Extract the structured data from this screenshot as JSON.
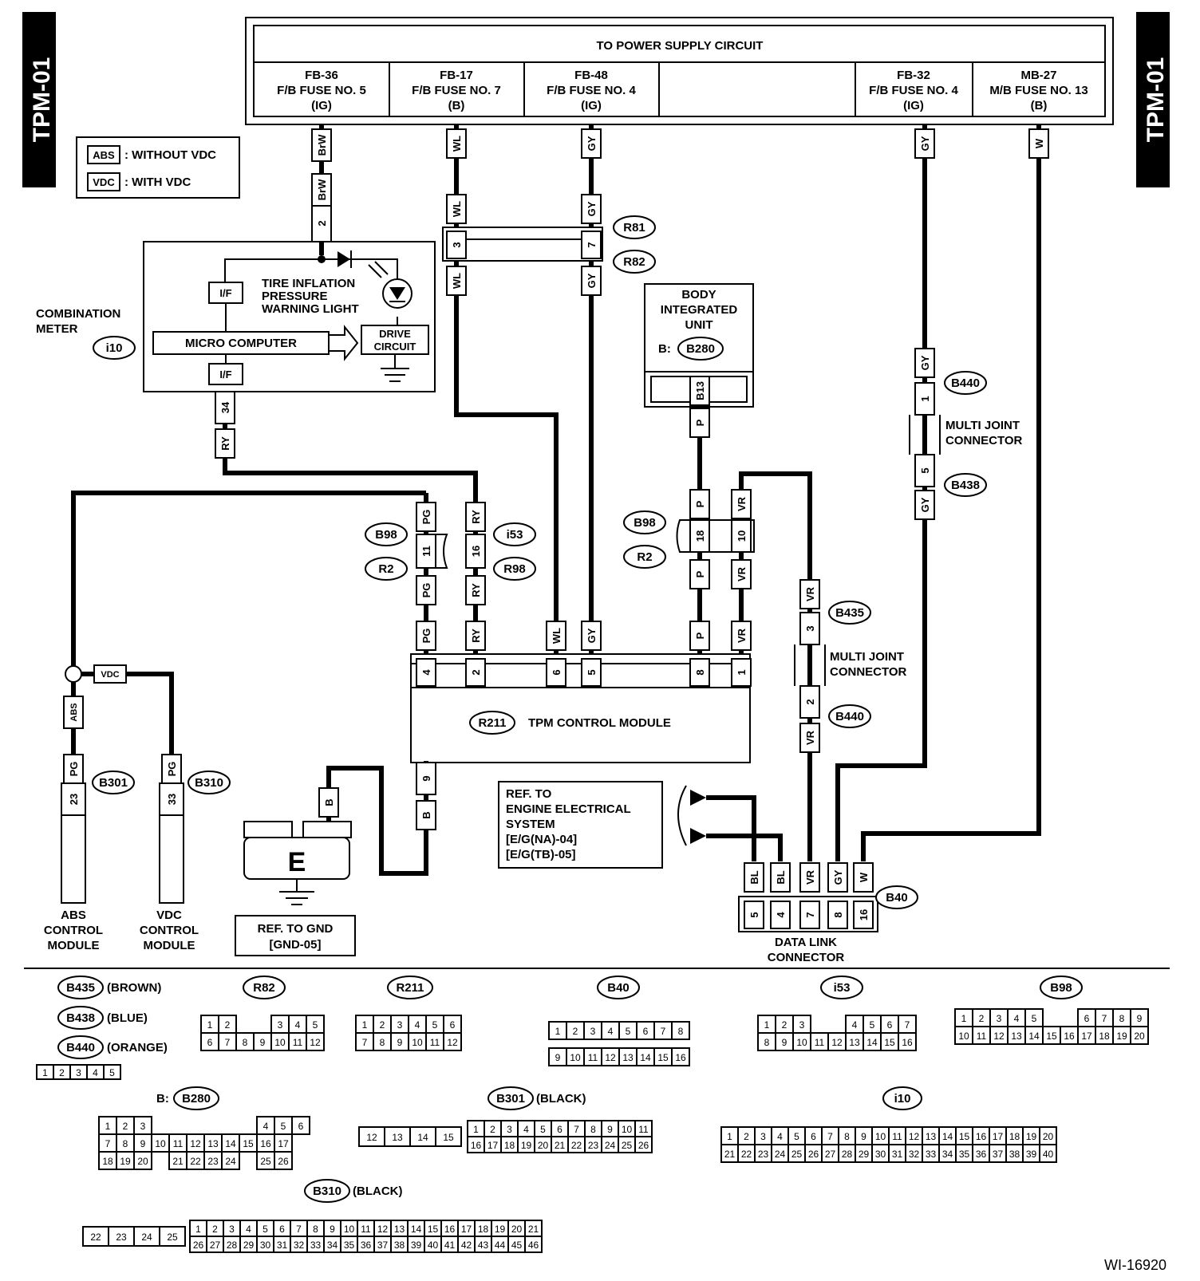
{
  "diagram_id": "TPM-01",
  "figure_id": "WI-16920",
  "legend": [
    {
      "tag": "ABS",
      "text": ": WITHOUT VDC"
    },
    {
      "tag": "VDC",
      "text": ": WITH VDC"
    }
  ],
  "power_supply": {
    "title": "TO POWER SUPPLY CIRCUIT",
    "fuses": [
      {
        "code": "FB-36",
        "name": "F/B FUSE NO. 5",
        "type": "(IG)",
        "wire": "BrW"
      },
      {
        "code": "FB-17",
        "name": "F/B FUSE NO. 7",
        "type": "(B)",
        "wire": "WL"
      },
      {
        "code": "FB-48",
        "name": "F/B FUSE NO. 4",
        "type": "(IG)",
        "wire": "GY"
      },
      {
        "code": "FB-32",
        "name": "F/B FUSE NO. 4",
        "type": "(IG)",
        "wire": "GY"
      },
      {
        "code": "MB-27",
        "name": "M/B FUSE NO. 13",
        "type": "(B)",
        "wire": "W"
      }
    ]
  },
  "combination_meter": {
    "name_line1": "COMBINATION",
    "name_line2": "METER",
    "connector": "i10",
    "light_line1": "TIRE INFLATION",
    "light_line2": "PRESSURE",
    "light_line3": "WARNING LIGHT",
    "if_label": "I/F",
    "micro": "MICRO COMPUTER",
    "drive_line1": "DRIVE",
    "drive_line2": "CIRCUIT",
    "pin_top": "2",
    "pin_bottom": "34"
  },
  "body_integrated_unit": {
    "line1": "BODY",
    "line2": "INTEGRATED",
    "line3": "UNIT",
    "prefix": "B:",
    "connector": "B280",
    "pin": "B13"
  },
  "tpm_module": {
    "name": "TPM CONTROL MODULE",
    "connector": "R211",
    "pins": [
      "4",
      "2",
      "6",
      "5",
      "8",
      "1"
    ],
    "ground_pin": "9"
  },
  "connectors": {
    "R81": "R81",
    "R82": "R82",
    "B98": "B98",
    "R2": "R2",
    "i53": "i53",
    "R98": "R98",
    "B440": "B440",
    "B438": "B438",
    "B435": "B435",
    "B301": "B301",
    "B310": "B310",
    "B40": "B40"
  },
  "multi_joint": {
    "line1": "MULTI JOINT",
    "line2": "CONNECTOR"
  },
  "wires": {
    "BrW": "BrW",
    "WL": "WL",
    "GY": "GY",
    "W": "W",
    "RY": "RY",
    "PG": "PG",
    "P": "P",
    "VR": "VR",
    "B": "B",
    "BL": "BL",
    "ABS": "ABS",
    "VDC": "VDC"
  },
  "pins": {
    "p3": "3",
    "p7": "7",
    "p11": "11",
    "p16": "16",
    "p18": "18",
    "p10": "10",
    "p1": "1",
    "p5": "5",
    "p2": "2",
    "p23": "23",
    "p33": "33",
    "p9": "9",
    "p4": "4",
    "p8": "8"
  },
  "abs_module": {
    "line1": "ABS",
    "line2": "CONTROL",
    "line3": "MODULE"
  },
  "vdc_module": {
    "line1": "VDC",
    "line2": "CONTROL",
    "line3": "MODULE"
  },
  "ground": {
    "symbol": "E",
    "ref_line1": "REF. TO GND",
    "ref_line2": "[GND-05]"
  },
  "engine_ref": {
    "line1": "REF. TO",
    "line2": "ENGINE ELECTRICAL",
    "line3": "SYSTEM",
    "line4": "[E/G(NA)-04]",
    "line5": "[E/G(TB)-05]"
  },
  "data_link": {
    "line1": "DATA LINK",
    "line2": "CONNECTOR",
    "pins": [
      "5",
      "4",
      "7",
      "8",
      "16"
    ],
    "wires": [
      "BL",
      "BL",
      "VR",
      "GY",
      "W"
    ]
  },
  "bottom": {
    "color_keys": [
      {
        "conn": "B435",
        "color": "(BROWN)"
      },
      {
        "conn": "B438",
        "color": "(BLUE)"
      },
      {
        "conn": "B440",
        "color": "(ORANGE)"
      }
    ],
    "b301_color": "(BLACK)",
    "b310_color": "(BLACK)",
    "b280_prefix": "B:"
  }
}
